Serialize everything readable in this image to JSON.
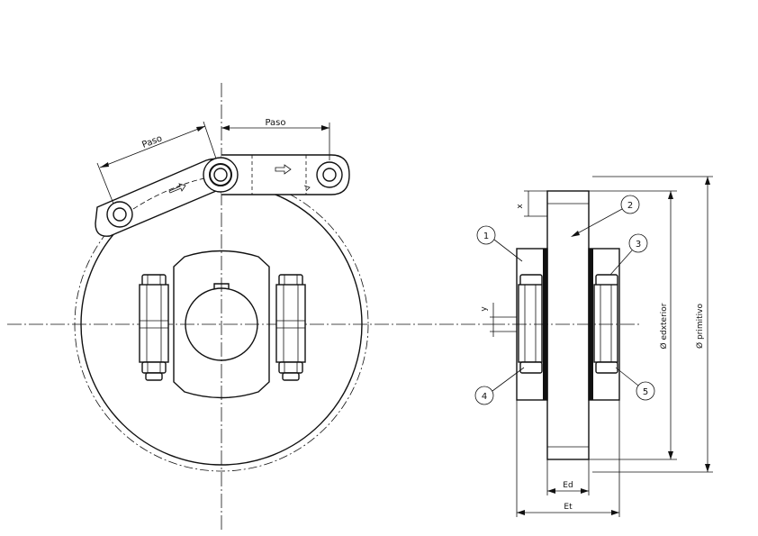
{
  "labels": {
    "paso_left": "Paso",
    "paso_top": "Paso",
    "x_dim": "x",
    "y_dim": "y",
    "dia_exterior": "Ø edxterior",
    "dia_primitivo": "Ø primitivo",
    "ed_dim": "Ed",
    "et_dim": "Et"
  },
  "callouts": [
    {
      "id": "part-1",
      "text": "1"
    },
    {
      "id": "part-2",
      "text": "2"
    },
    {
      "id": "part-3",
      "text": "3"
    },
    {
      "id": "part-4",
      "text": "4"
    },
    {
      "id": "part-5",
      "text": "5"
    }
  ],
  "colors": {
    "line": "#111111",
    "background": "#ffffff"
  }
}
